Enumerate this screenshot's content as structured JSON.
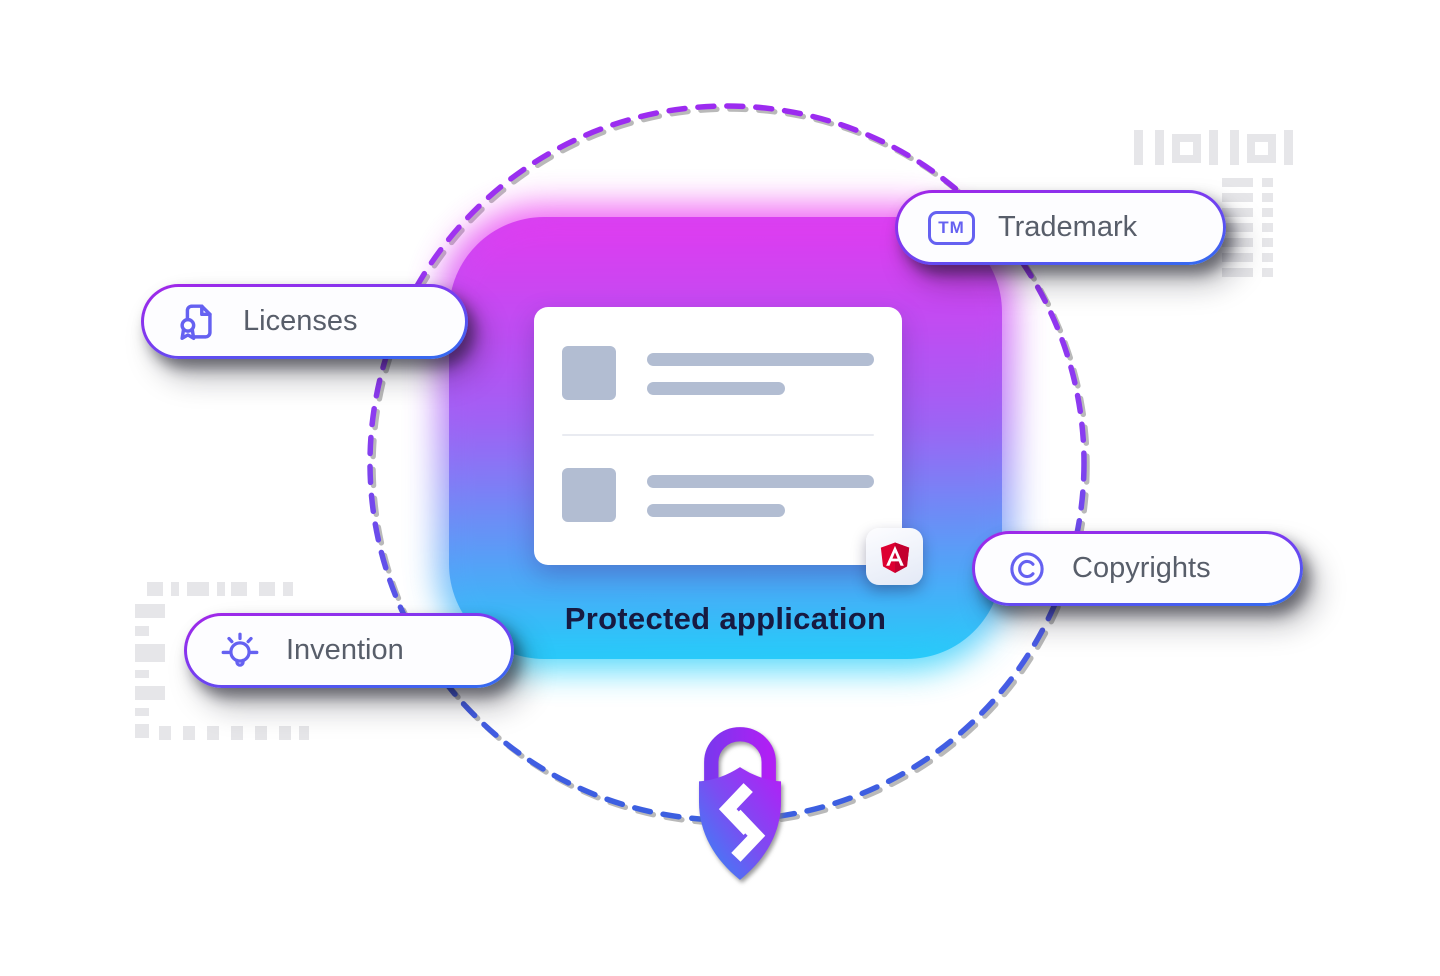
{
  "diagram": {
    "caption": "Protected application",
    "badges": [
      {
        "label": "Licenses",
        "icon": "certificate-icon"
      },
      {
        "label": "Trademark",
        "icon": "trademark-icon"
      },
      {
        "label": "Copyrights",
        "icon": "copyright-icon"
      },
      {
        "label": "Invention",
        "icon": "lightbulb-icon"
      }
    ],
    "trademark_icon_text": "TM",
    "app_card": {
      "placeholder_rows": 2,
      "logo": "angular-logo"
    },
    "lock": "shield-lock-logo"
  },
  "colors": {
    "accent-indigo": "#6561f1",
    "badge-text": "#585e6a",
    "caption-text": "#171a41",
    "badge-border-top": "#a326e8",
    "badge-border-bottom": "#2f6ef0",
    "panel-top": "#c44ff2",
    "panel-bottom": "#2fc9f9",
    "orbit-top": "#9c2bf0",
    "orbit-bottom": "#3b5fe0",
    "placeholder-gray": "#b2bdd2",
    "angular-red": "#dd0031",
    "lock-purple": "#b51df6",
    "lock-blue": "#2f8cf6"
  }
}
